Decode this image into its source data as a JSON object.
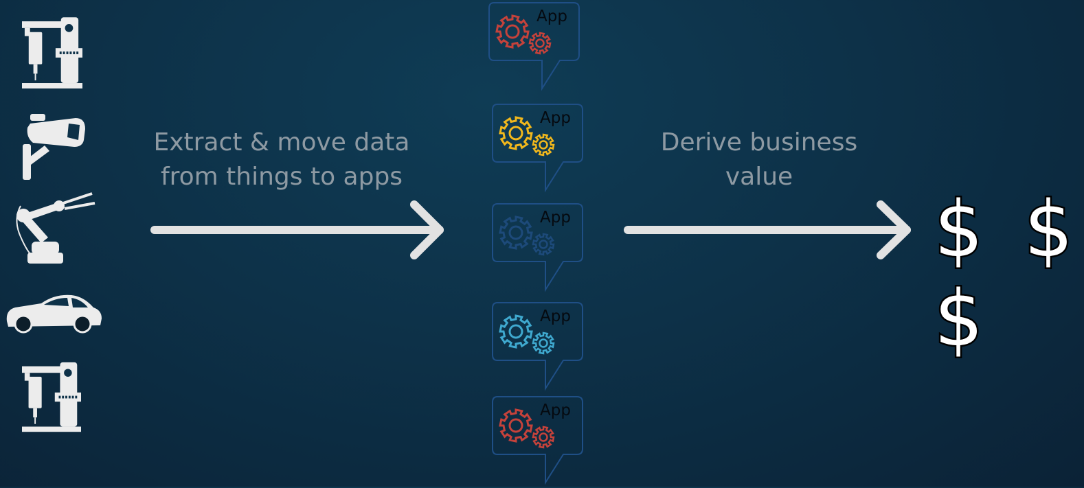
{
  "left_label": {
    "line1": "Extract & move data",
    "line2": "from things to apps"
  },
  "right_label": {
    "line1": "Derive business",
    "line2": "value"
  },
  "apps": [
    {
      "label": "App",
      "color": "#c5423b"
    },
    {
      "label": "App",
      "color": "#f2b81c"
    },
    {
      "label": "App",
      "color": "#1d4a7a"
    },
    {
      "label": "App",
      "color": "#3fa9cf"
    },
    {
      "label": "App",
      "color": "#c5423b"
    }
  ],
  "things": [
    {
      "icon": "cnc-machine-icon"
    },
    {
      "icon": "security-camera-icon"
    },
    {
      "icon": "robotic-arm-icon"
    },
    {
      "icon": "car-icon"
    },
    {
      "icon": "cnc-machine-icon"
    }
  ],
  "value_symbols": "$ $ $",
  "colors": {
    "icon": "#ececec",
    "arrow": "#e2e2e2",
    "bubble_border": "#1f4f86",
    "text_muted": "#8e9aa3"
  }
}
